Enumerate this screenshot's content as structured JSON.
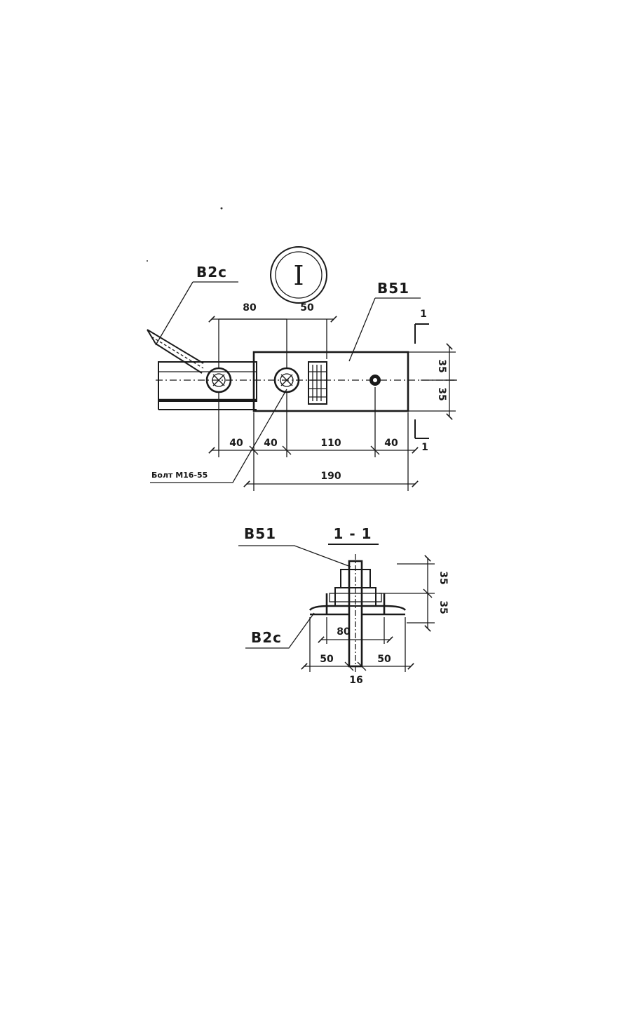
{
  "plan_view": {
    "detail_marker": "I",
    "labels": {
      "brace": "B2c",
      "plate": "B51",
      "bolt": "Болт М16-55"
    },
    "dimensions": {
      "top_left": "80",
      "top_right": "50",
      "right_upper": "35",
      "right_lower": "35",
      "bottom_1": "40",
      "bottom_2": "40",
      "bottom_3": "110",
      "bottom_4": "40",
      "overall": "190"
    },
    "section_marks": {
      "top": "1",
      "bottom": "1"
    }
  },
  "section_view": {
    "title": "1 - 1",
    "labels": {
      "plate": "B51",
      "brace": "B2c"
    },
    "dimensions": {
      "right_upper": "35",
      "right_lower": "35",
      "inner_width": "80",
      "left_flange": "50",
      "right_flange": "50",
      "thickness": "16"
    }
  }
}
